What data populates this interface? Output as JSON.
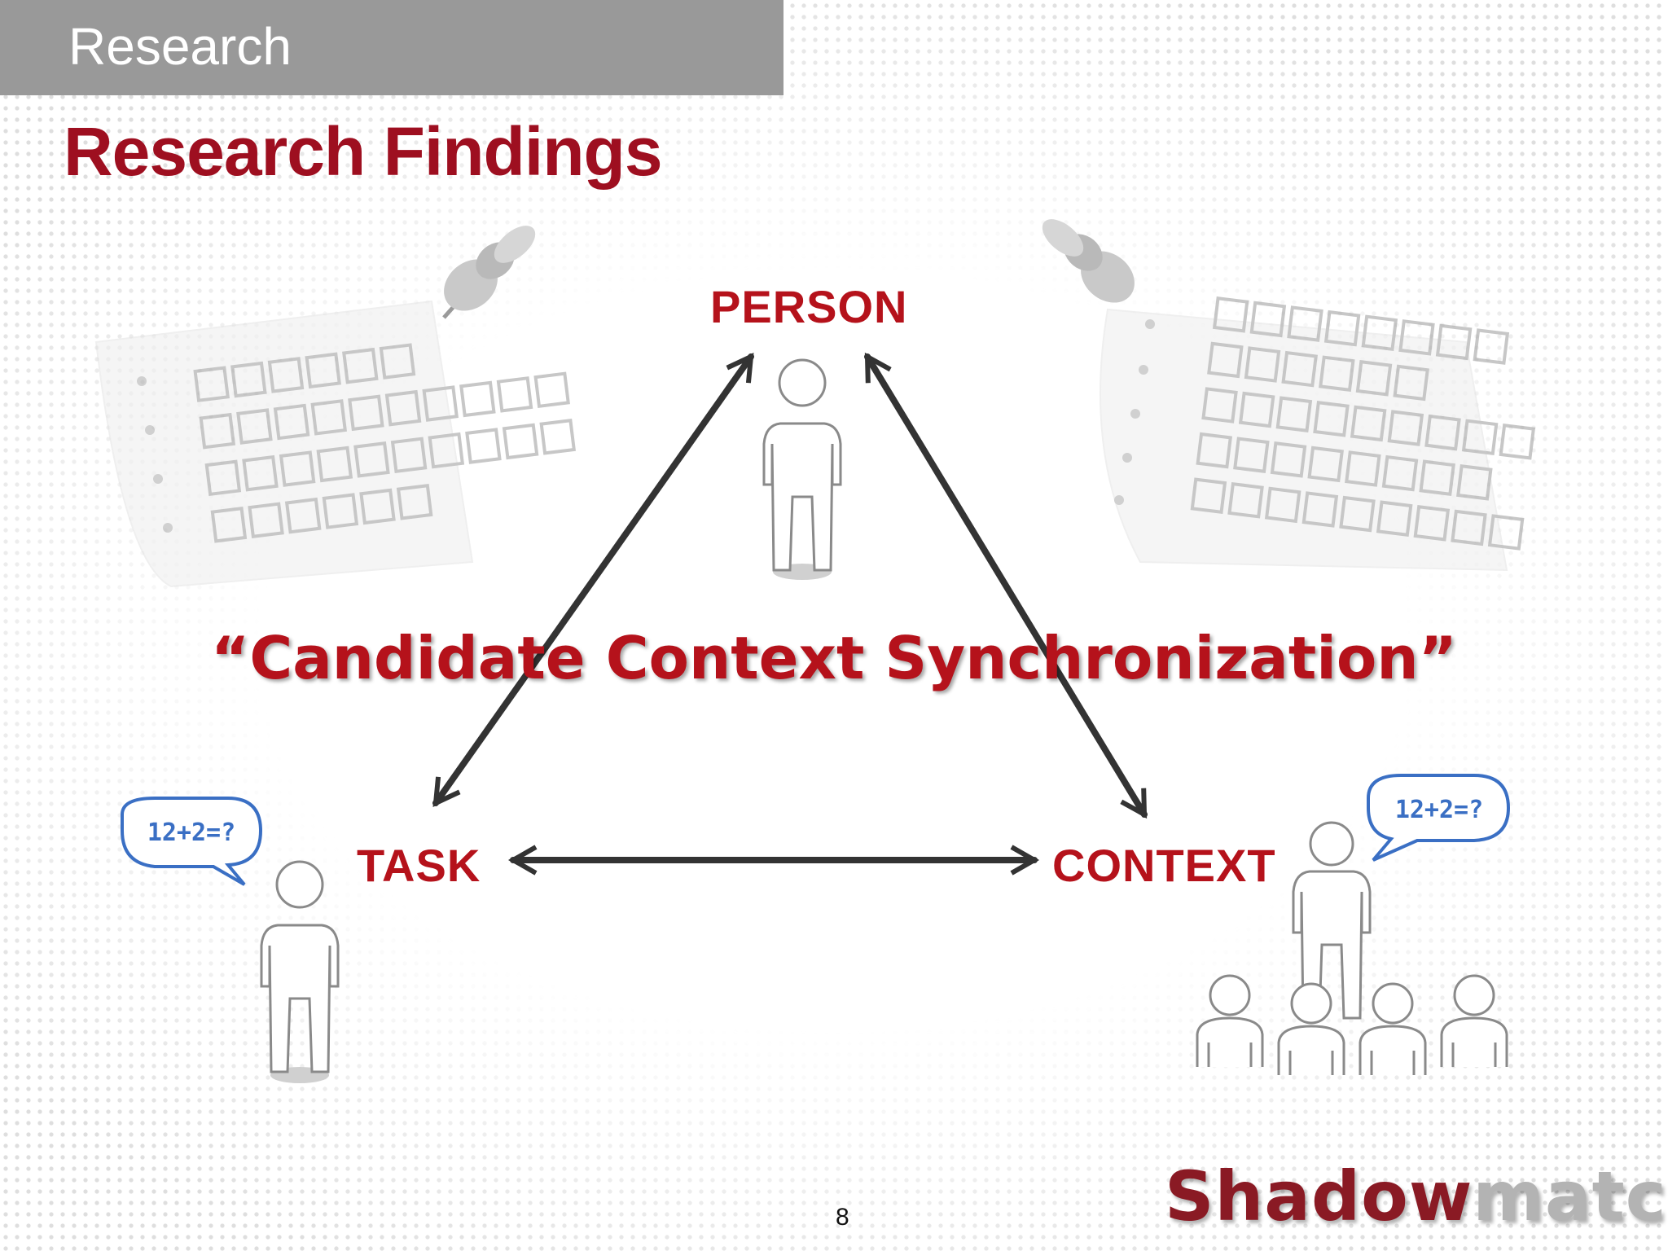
{
  "header": {
    "section": "Research"
  },
  "title": "Research Findings",
  "diagram": {
    "nodes": {
      "person": "PERSON",
      "task": "TASK",
      "context": "CONTEXT"
    },
    "concept": "“Candidate Context Synchronization”",
    "speech_bubble_left": "12+2=?",
    "speech_bubble_right": "12+2=?"
  },
  "footer": {
    "page_number": "8",
    "logo_part1": "Shadow",
    "logo_part2": "match",
    "logo_mark": "®"
  },
  "colors": {
    "accent": "#b5121b",
    "title": "#9e0f20",
    "header_bar": "#999999",
    "arrow": "#333333",
    "bubble": "#3a6fc4"
  }
}
